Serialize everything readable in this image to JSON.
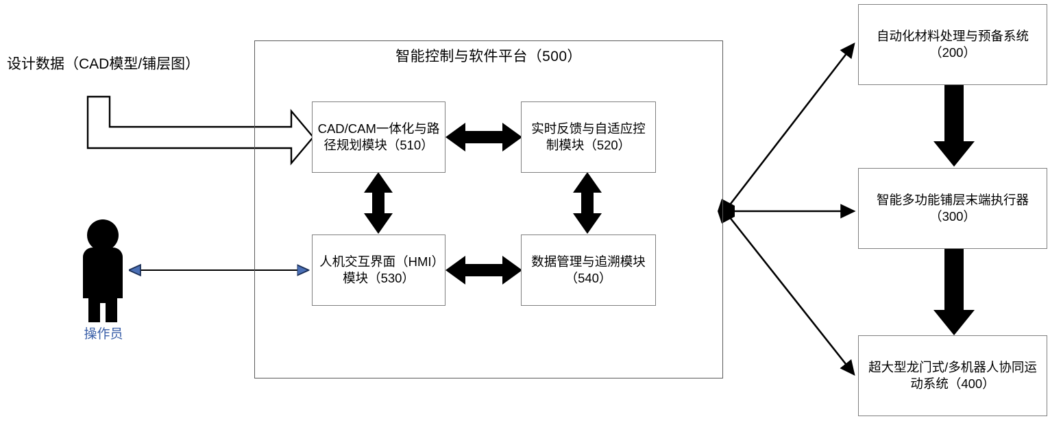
{
  "diagram": {
    "title_text": "智能控制与软件平台（500）",
    "input_label": "设计数据（CAD模型/铺层图）",
    "actor_caption": "操作员",
    "colors": {
      "box_stroke": "#7f7f7f",
      "frame_stroke": "#5a5a5a",
      "arrow_fill": "#000000",
      "thin_arrow_accent": "#3a5fa8",
      "background": "#ffffff",
      "text": "#000000"
    },
    "platform": {
      "label": "智能控制与软件平台（500）",
      "modules": [
        {
          "id": "510",
          "label": "CAD/CAM一体化与路径规划模块（510）"
        },
        {
          "id": "520",
          "label": "实时反馈与自适应控制模块（520）"
        },
        {
          "id": "530",
          "label": "人机交互界面（HMI）模块（530）"
        },
        {
          "id": "540",
          "label": "数据管理与追溯模块（540）"
        }
      ]
    },
    "subsystems": [
      {
        "id": "200",
        "label": "自动化材料处理与预备系统（200）"
      },
      {
        "id": "300",
        "label": "智能多功能铺层末端执行器（300）"
      },
      {
        "id": "400",
        "label": "超大型龙门式/多机器人协同运动系统（400）"
      }
    ],
    "icons": {
      "operator": "operator-person-icon",
      "input_flow": "block-arrow-icon",
      "bidirectional": "double-headed-arrow-icon",
      "junction": "fanout-junction-icon"
    }
  }
}
